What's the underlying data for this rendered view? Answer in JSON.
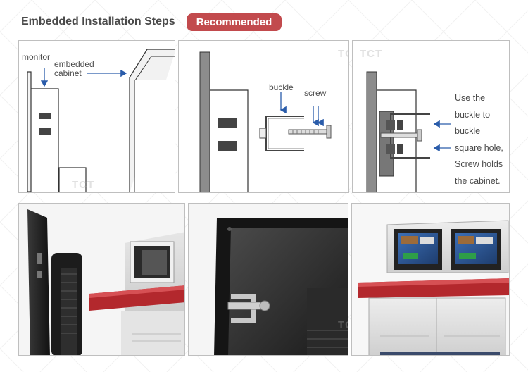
{
  "header": {
    "title": "Embedded Installation Steps",
    "badge": "Recommended"
  },
  "step1": {
    "monitor_label": "monitor",
    "cabinet_label_line1": "embedded",
    "cabinet_label_line2": "cabinet"
  },
  "step2": {
    "buckle_label": "buckle",
    "screw_label": "screw"
  },
  "step3": {
    "note_lines": [
      "Use the",
      "buckle to",
      "buckle",
      "square hole,",
      "Screw holds",
      "the cabinet."
    ]
  },
  "watermark": "TCT",
  "colors": {
    "badge_bg": "#c24a4d",
    "arrow_blue": "#2a5caa",
    "cabinet_red": "#b3282d"
  }
}
